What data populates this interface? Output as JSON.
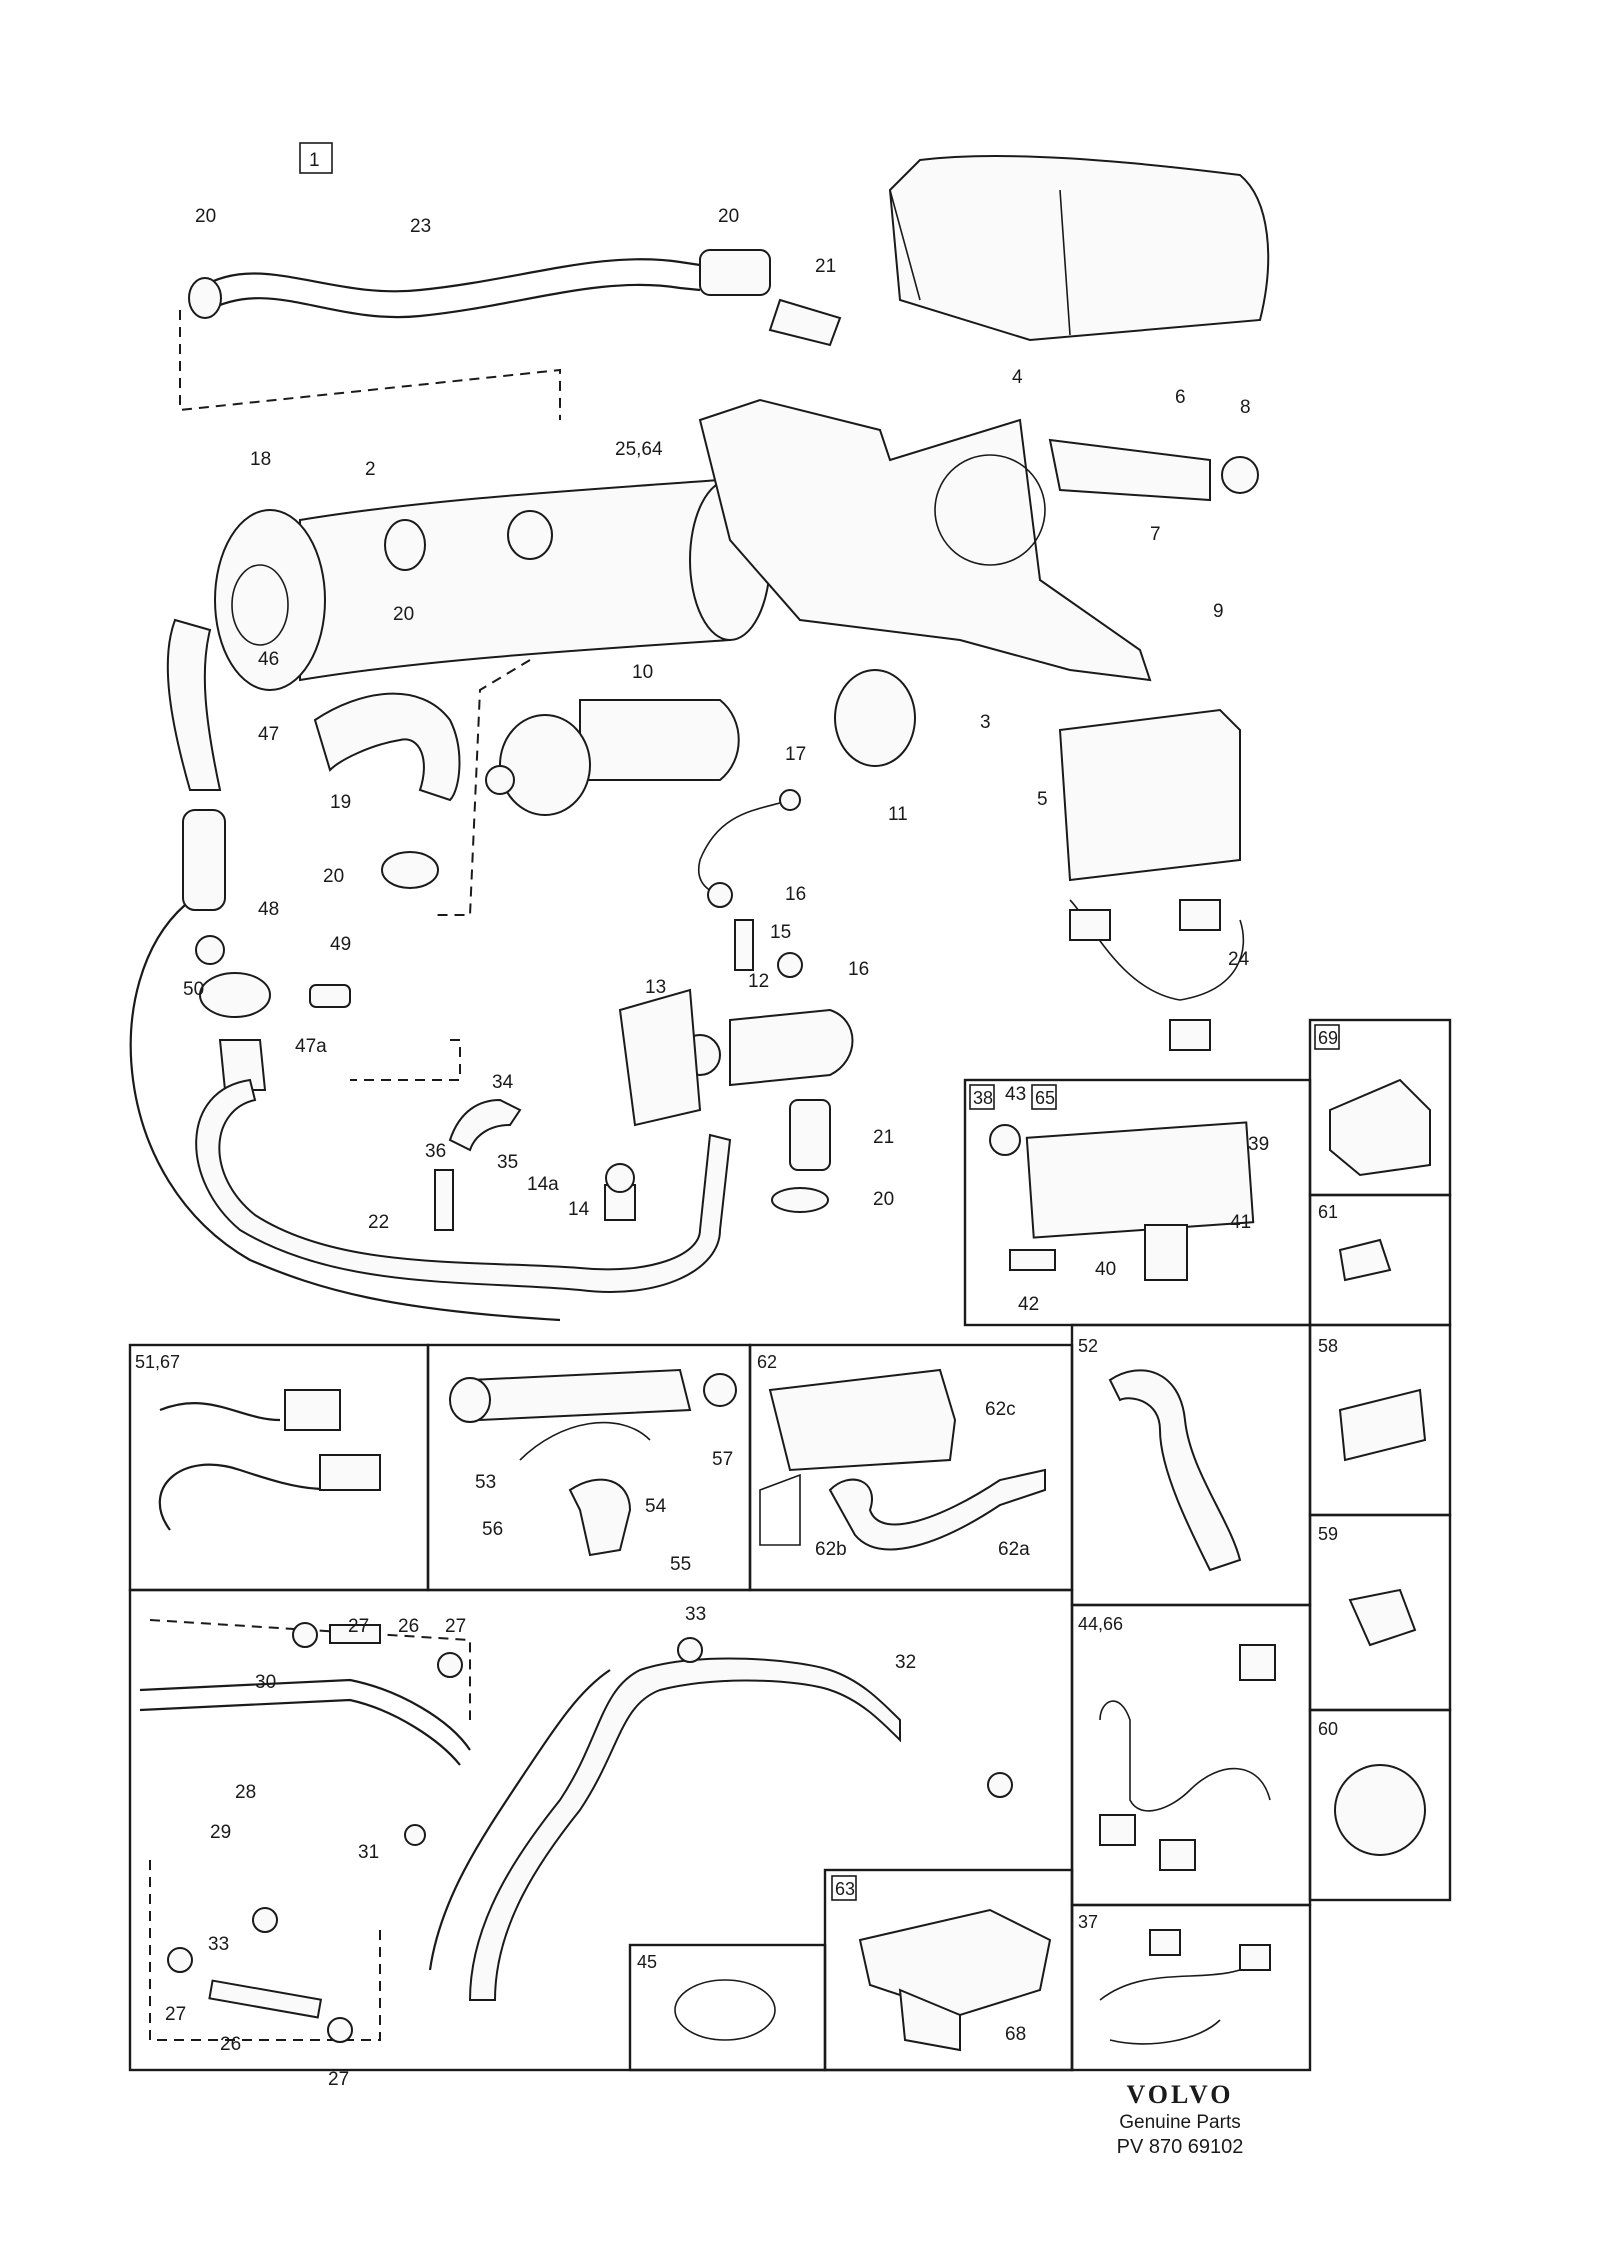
{
  "diagram": {
    "page_marker": "1",
    "labels": [
      "20",
      "23",
      "20",
      "21",
      "4",
      "6",
      "8",
      "25,64",
      "18",
      "2",
      "7",
      "9",
      "20",
      "46",
      "3",
      "10",
      "47",
      "19",
      "17",
      "11",
      "5",
      "20",
      "16",
      "15",
      "16",
      "48",
      "49",
      "50",
      "12",
      "13",
      "24",
      "47a",
      "34",
      "36",
      "35",
      "21",
      "14a",
      "14",
      "20",
      "22",
      "38",
      "43",
      "65",
      "39",
      "41",
      "42",
      "40",
      "69",
      "61",
      "51,67",
      "62",
      "62c",
      "52",
      "58",
      "57",
      "53",
      "54",
      "56",
      "55",
      "62b",
      "62a",
      "59",
      "27",
      "26",
      "27",
      "33",
      "30",
      "32",
      "44,66",
      "28",
      "29",
      "31",
      "60",
      "63",
      "37",
      "33",
      "45",
      "68",
      "27",
      "26",
      "27"
    ],
    "brand": {
      "logo": "VOLVO",
      "subtitle": "Genuine Parts",
      "code": "PV 870 69102"
    }
  }
}
